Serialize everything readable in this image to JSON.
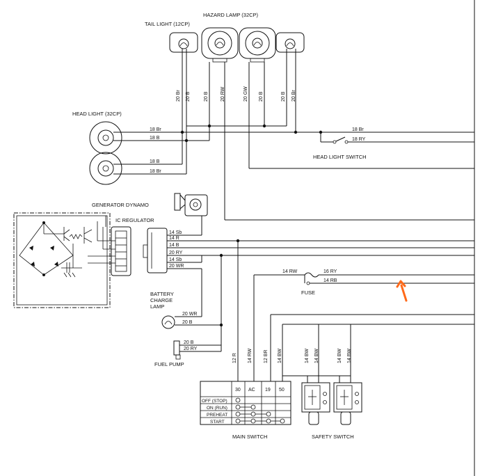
{
  "components": {
    "tail_light": "TAIL LIGHT (12CP)",
    "hazard_lamp": "HAZARD LAMP (32CP)",
    "head_light": "HEAD LIGHT (32CP)",
    "head_light_switch": "HEAD LIGHT SWITCH",
    "generator_dynamo": "GENERATOR DYNAMO",
    "ic_regulator": "IC REGULATOR",
    "battery_charge_lamp_1": "BATTERY",
    "battery_charge_lamp_2": "CHARGE",
    "battery_charge_lamp_3": "LAMP",
    "fuse": "FUSE",
    "fuel_pump": "FUEL PUMP",
    "main_switch": "MAIN SWITCH",
    "safety_switch": "SAFETY SWITCH"
  },
  "wires": {
    "tail_left_1": "20 Br",
    "tail_left_2": "20 B",
    "hazard_left_1": "20 B",
    "hazard_left_2": "20 RW",
    "hazard_right_1": "20 GW",
    "hazard_right_2": "20 B",
    "tail_right_1": "20 B",
    "tail_right_2": "20 Br",
    "hl1_top": "18 Br",
    "hl1_bottom": "18 B",
    "hl2_top": "18 B",
    "hl2_bottom": "18 Br",
    "sw_top": "18 Br",
    "sw_bottom": "18 RY",
    "conn_1": "14 Sb",
    "conn_2": "14 R",
    "conn_3": "14 B",
    "conn_4": "20 RY",
    "conn_5": "14 Sb",
    "conn_6": "20 WR",
    "fuse_in": "14 RW",
    "fuse_out_top": "16 RY",
    "fuse_out_bottom": "14 RB",
    "lamp_top": "20 WR",
    "lamp_bottom": "20 B",
    "pump_top": "20 B",
    "pump_bottom": "20 RY",
    "v_12r": "12 R",
    "v_14rw": "14 RW",
    "v_12br": "12 BR",
    "v_14bw_1": "14 BW",
    "v_14bw_2": "14 BW",
    "v_14bw_3": "14 BW",
    "v_14bw_4": "14 BW",
    "v_14bw_5": "14 BW"
  },
  "main_switch_table": {
    "columns": [
      "30",
      "AC",
      "19",
      "50"
    ],
    "rows": [
      "OFF (STOP)",
      "ON (RUN)",
      "PREHEAT",
      "START"
    ]
  },
  "colors": {
    "ink": "#111111",
    "annotation_arrow": "#ff6a1a"
  }
}
